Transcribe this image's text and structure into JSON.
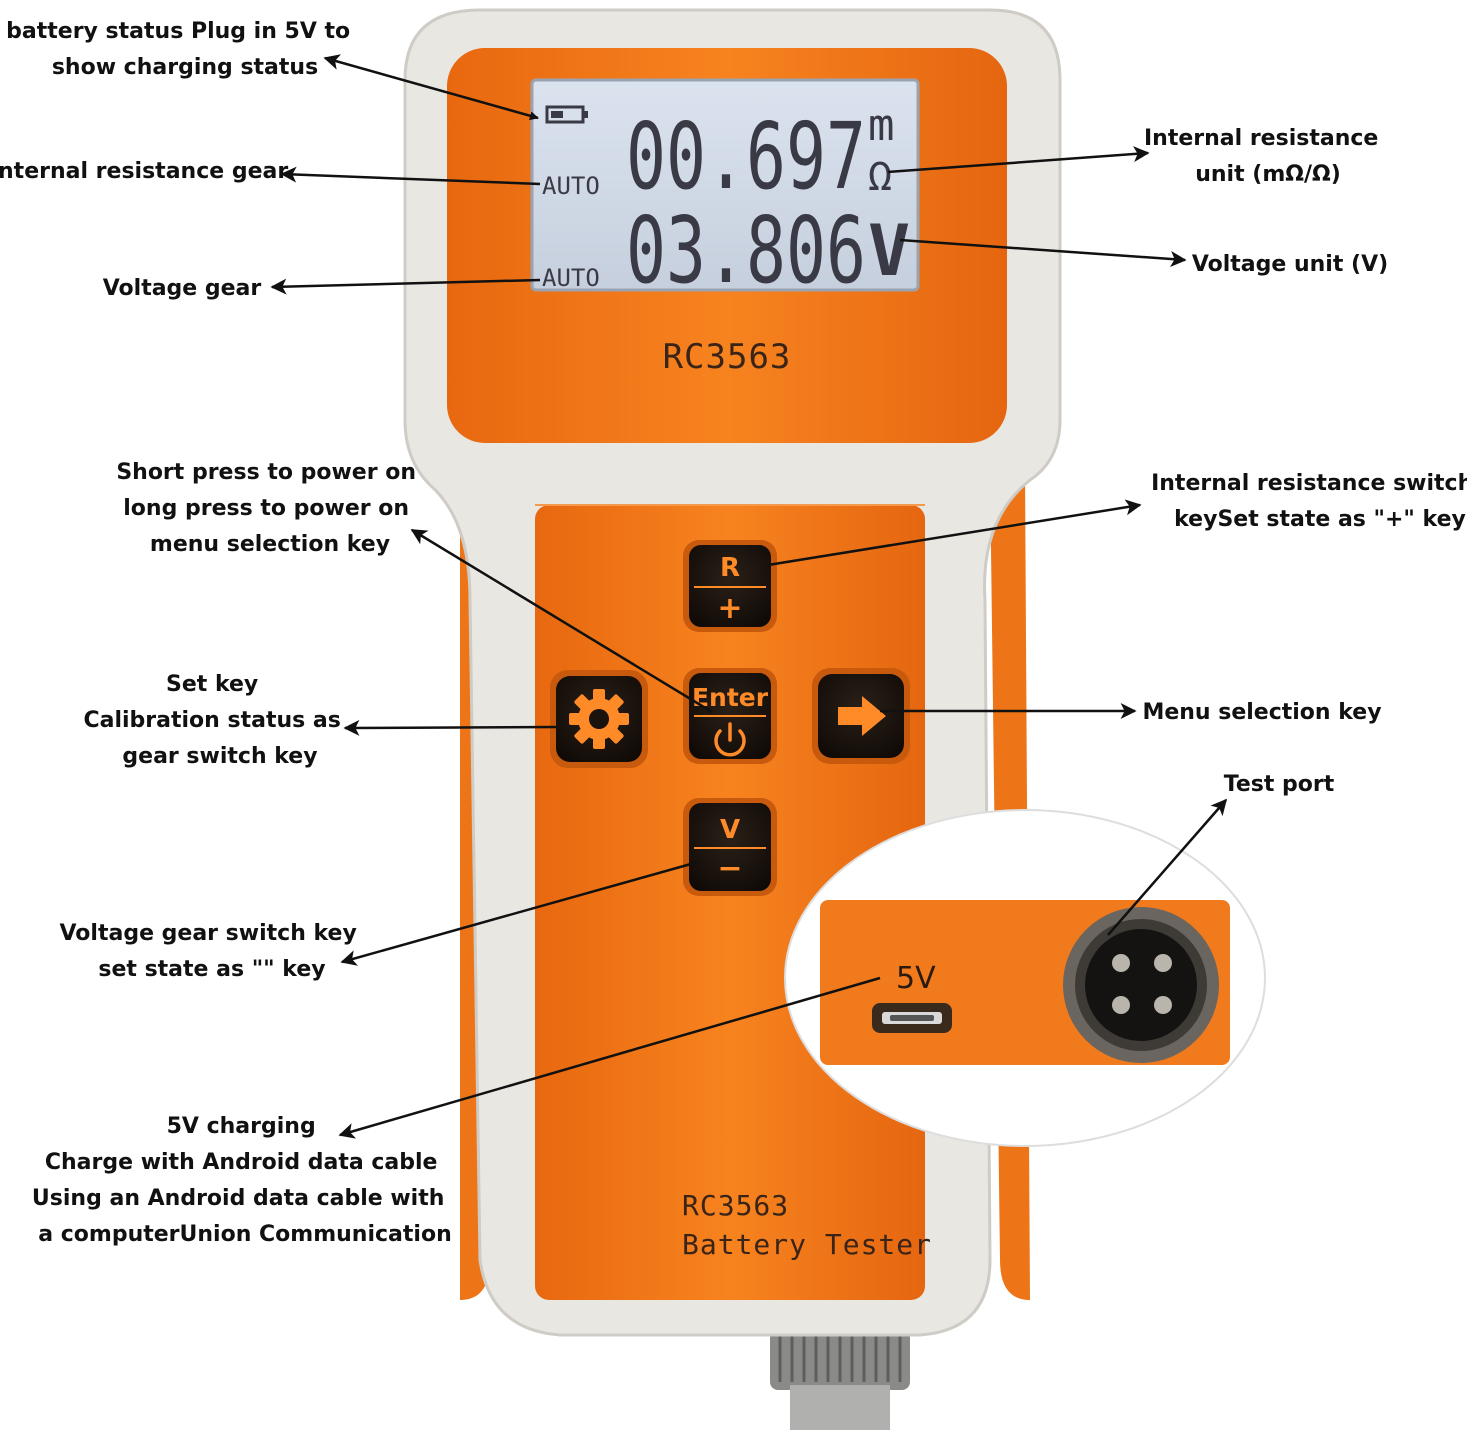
{
  "device": {
    "model": "RC3563",
    "model_bottom": "RC3563",
    "product_name": "Battery Tester",
    "colors": {
      "body": "#f57a1e",
      "shell": "#e8e6e0",
      "lcd": "#cfd8e6",
      "lcd_text": "#3a3a46",
      "key": "#1c1410"
    }
  },
  "lcd": {
    "resistance_value": "00.697",
    "resistance_unit_prefix": "m",
    "resistance_unit": "Ω",
    "voltage_value": "03.806",
    "voltage_unit": "V",
    "resistance_gear": "AUTO",
    "voltage_gear": "AUTO",
    "battery_icon": "battery-icon"
  },
  "keys": {
    "r_top": "R",
    "r_bottom": "+",
    "enter_top": "Enter",
    "enter_icon": "power-icon",
    "v_top": "V",
    "v_bottom": "−",
    "set_icon": "gear-icon",
    "menu_icon": "arrow-right-icon"
  },
  "port_inset": {
    "label_5v": "5V",
    "usb_icon": "micro-usb-port-icon",
    "test_port_icon": "four-pin-connector-icon"
  },
  "annotations": {
    "battery_status": [
      "battery status Plug in 5V to",
      "show charging status"
    ],
    "resistance_gear": [
      "Internal resistance gear"
    ],
    "voltage_gear": [
      "Voltage gear"
    ],
    "resistance_unit": [
      "Internal resistance",
      "unit (mΩ/Ω)"
    ],
    "voltage_unit": [
      "Voltage unit (V)"
    ],
    "power_key": [
      "Short press to power on",
      "long press to power on",
      "menu selection key"
    ],
    "r_key": [
      "Internal resistance switch",
      "keySet state as \"+\" key"
    ],
    "set_key": [
      "Set key",
      "Calibration status as",
      "gear switch key"
    ],
    "menu_key": [
      "Menu selection key"
    ],
    "test_port": [
      "Test port"
    ],
    "v_key": [
      "Voltage gear switch key",
      "set state as \"\" key"
    ],
    "charging": [
      "5V charging",
      "Charge with Android data cable",
      "Using an Android data cable with",
      "a computerUnion Communication"
    ]
  }
}
